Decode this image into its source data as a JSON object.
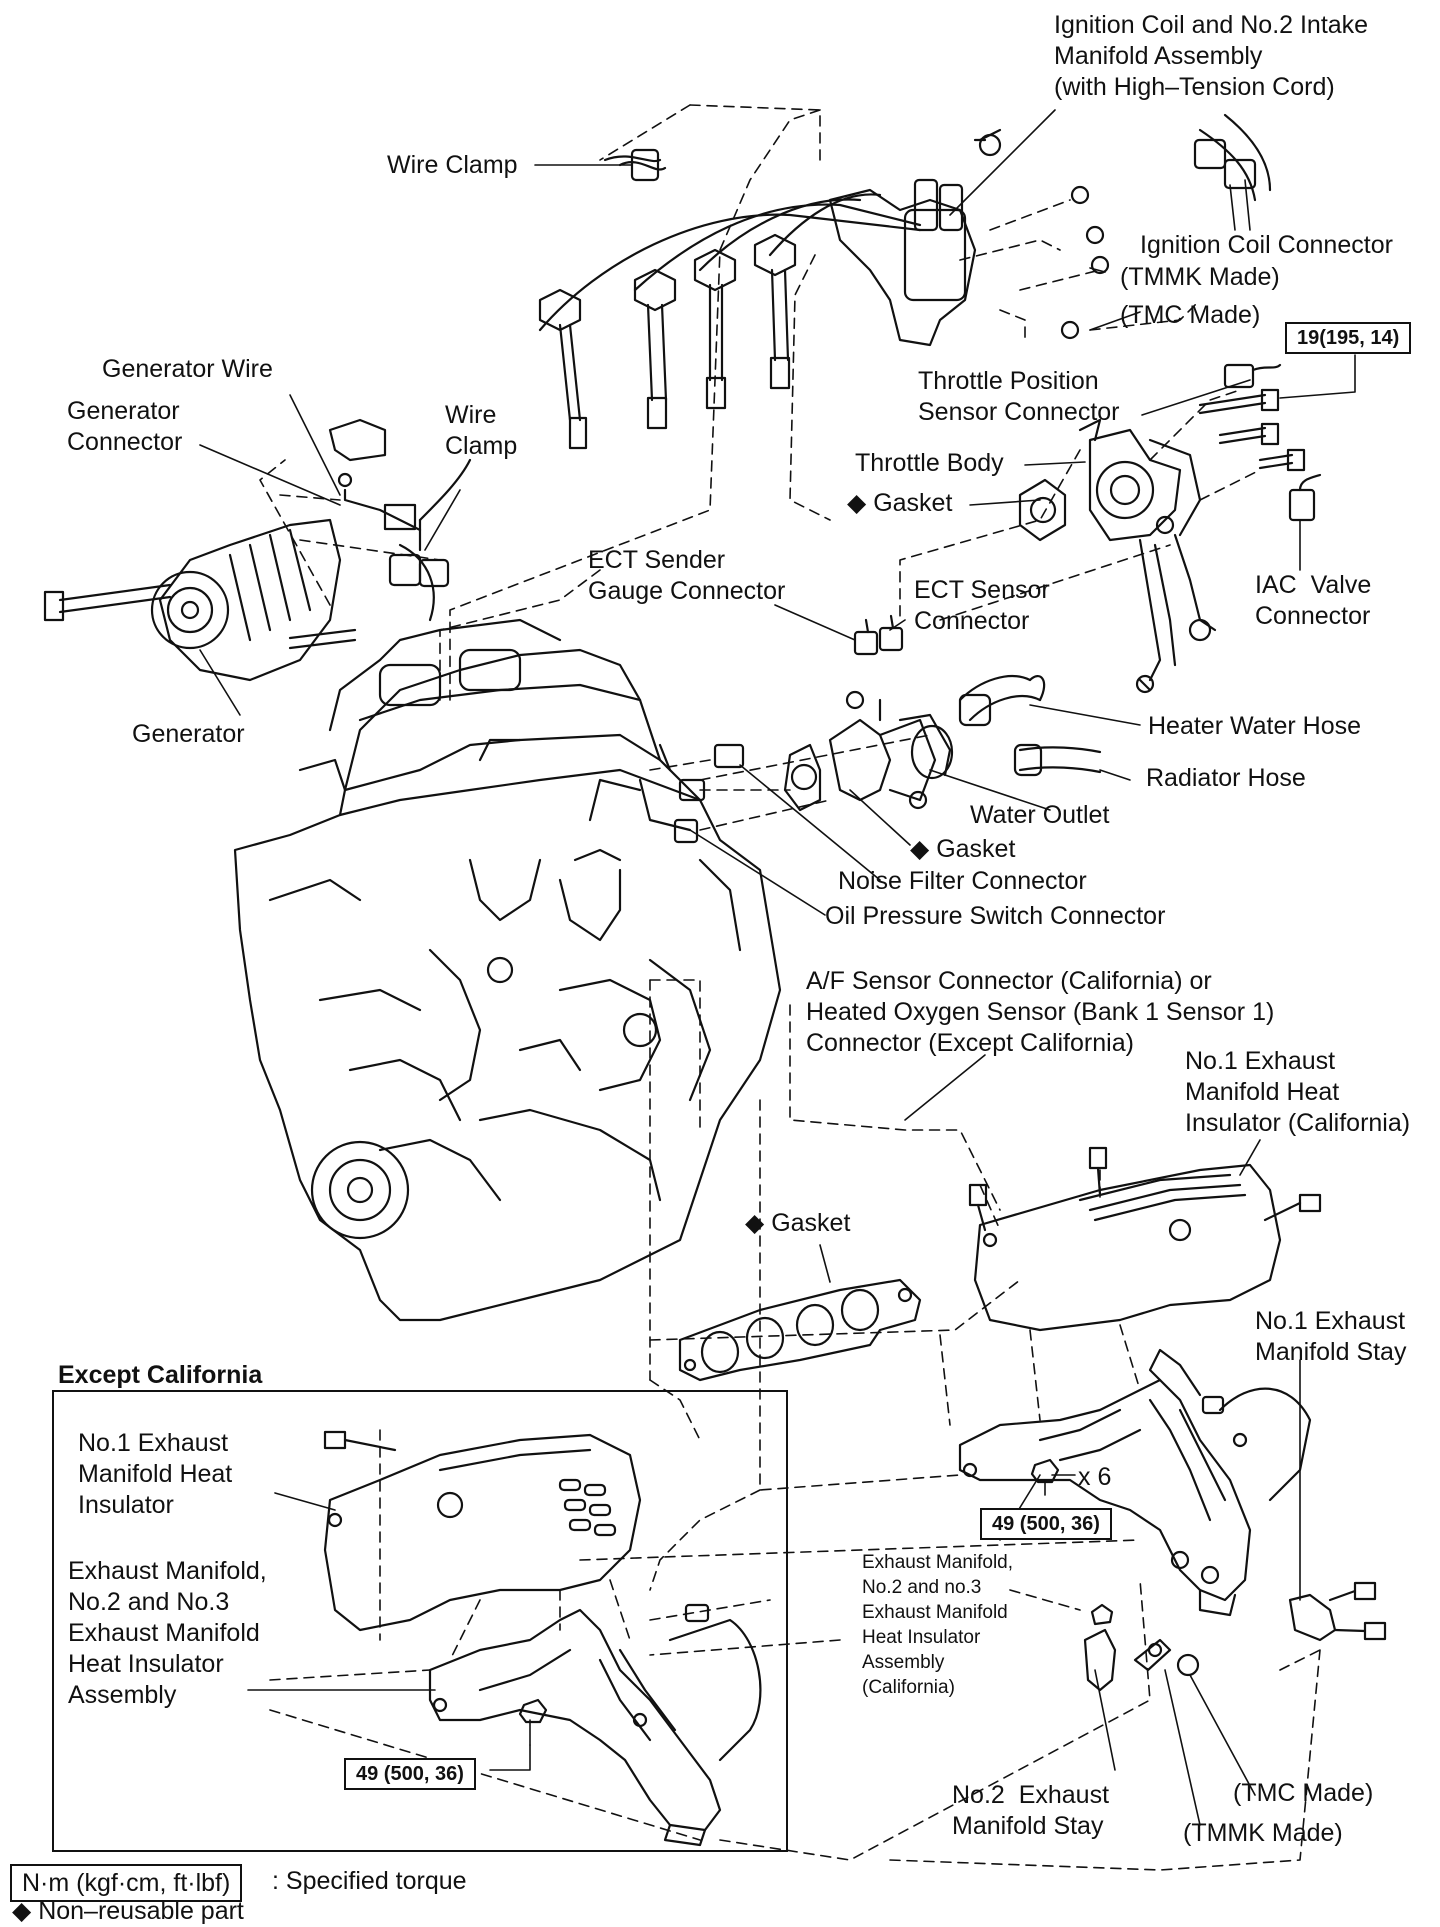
{
  "labels": {
    "ignition_coil_assy": "Ignition Coil and No.2 Intake\nManifold Assembly\n(with High–Tension Cord)",
    "wire_clamp_top": "Wire Clamp",
    "ignition_coil_connector": "Ignition Coil Connector",
    "tmmk_made_top": "(TMMK Made)",
    "tmc_made_top": "(TMC Made)",
    "generator_wire": "Generator Wire",
    "generator_connector": "Generator\nConnector",
    "wire_clamp_gen": "Wire\nClamp",
    "throttle_position_sensor_connector": "Throttle Position\nSensor Connector",
    "throttle_body": "Throttle Body",
    "gasket_throttle": "Gasket",
    "ect_sender_gauge_connector": "ECT Sender\nGauge Connector",
    "ect_sensor_connector": "ECT Sensor\nConnector",
    "iac_valve_connector": "IAC  Valve\nConnector",
    "generator": "Generator",
    "heater_water_hose": "Heater Water Hose",
    "radiator_hose": "Radiator Hose",
    "water_outlet": "Water Outlet",
    "gasket_water_outlet": "Gasket",
    "noise_filter_connector": "Noise Filter Connector",
    "oil_pressure_switch_connector": "Oil Pressure Switch Connector",
    "af_sensor_connector": "A/F Sensor Connector (California) or\nHeated Oxygen Sensor (Bank 1 Sensor 1)\nConnector (Except California)",
    "no1_heat_insulator_california": "No.1 Exhaust\nManifold Heat\nInsulator (California)",
    "gasket_exhaust": "Gasket",
    "no1_exhaust_manifold_stay": "No.1 Exhaust\nManifold Stay",
    "except_california": "Except California",
    "inset_no1_heat_insulator": "No.1 Exhaust\nManifold Heat\nInsulator",
    "inset_exhaust_manifold_assy": "Exhaust Manifold,\nNo.2 and No.3\nExhaust Manifold\nHeat Insulator\nAssembly",
    "times_six": "x 6",
    "exhaust_manifold_assy_california": "Exhaust Manifold,\nNo.2 and no.3\nExhaust Manifold\nHeat Insulator\nAssembly\n(California)",
    "no2_exhaust_manifold_stay": "No.2  Exhaust\nManifold Stay",
    "tmc_made_bottom": "(TMC Made)",
    "tmmk_made_bottom": "(TMMK Made)"
  },
  "torque": {
    "throttle": "19(195, 14)",
    "exhaust_main": "49 (500, 36)",
    "exhaust_inset": "49 (500, 36)"
  },
  "legend": {
    "torque_units": "N·m (kgf·cm, ft·lbf)",
    "torque_desc": ": Specified torque",
    "non_reusable": "Non–reusable part"
  },
  "symbols": {
    "non_reusable_mark": "◆"
  },
  "colors": {
    "ink": "#111111",
    "paper": "#ffffff"
  }
}
